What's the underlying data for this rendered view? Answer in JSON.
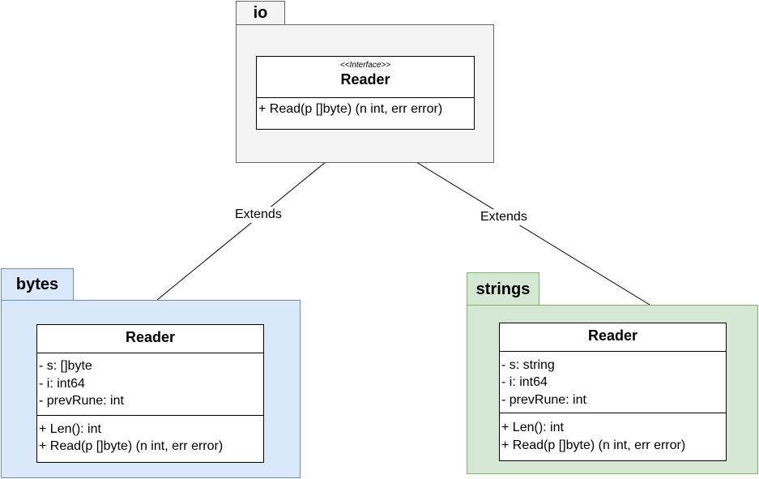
{
  "packages": {
    "io": {
      "name": "io",
      "interface": {
        "stereotype": "<<Interface>>",
        "name": "Reader",
        "methods": [
          "+ Read(p []byte) (n int, err error)"
        ]
      }
    },
    "bytes": {
      "name": "bytes",
      "class": {
        "name": "Reader",
        "fields": [
          "- s: []byte",
          "- i: int64",
          "- prevRune: int"
        ],
        "methods": [
          "+ Len(): int",
          "+ Read(p []byte) (n int, err error)"
        ]
      }
    },
    "strings": {
      "name": "strings",
      "class": {
        "name": "Reader",
        "fields": [
          "- s: string",
          "- i: int64",
          "- prevRune: int"
        ],
        "methods": [
          "+ Len(): int",
          "+ Read(p []byte) (n int, err error)"
        ]
      }
    }
  },
  "relations": [
    {
      "from": "bytes.Reader",
      "to": "io.Reader",
      "label": "Extends"
    },
    {
      "from": "strings.Reader",
      "to": "io.Reader",
      "label": "Extends"
    }
  ],
  "colors": {
    "io_fill": "#f4f4f4",
    "io_stroke": "#666666",
    "bytes_fill": "#dae8fc",
    "bytes_stroke": "#6c8ebf",
    "strings_fill": "#d5e8d4",
    "strings_stroke": "#82b366"
  }
}
